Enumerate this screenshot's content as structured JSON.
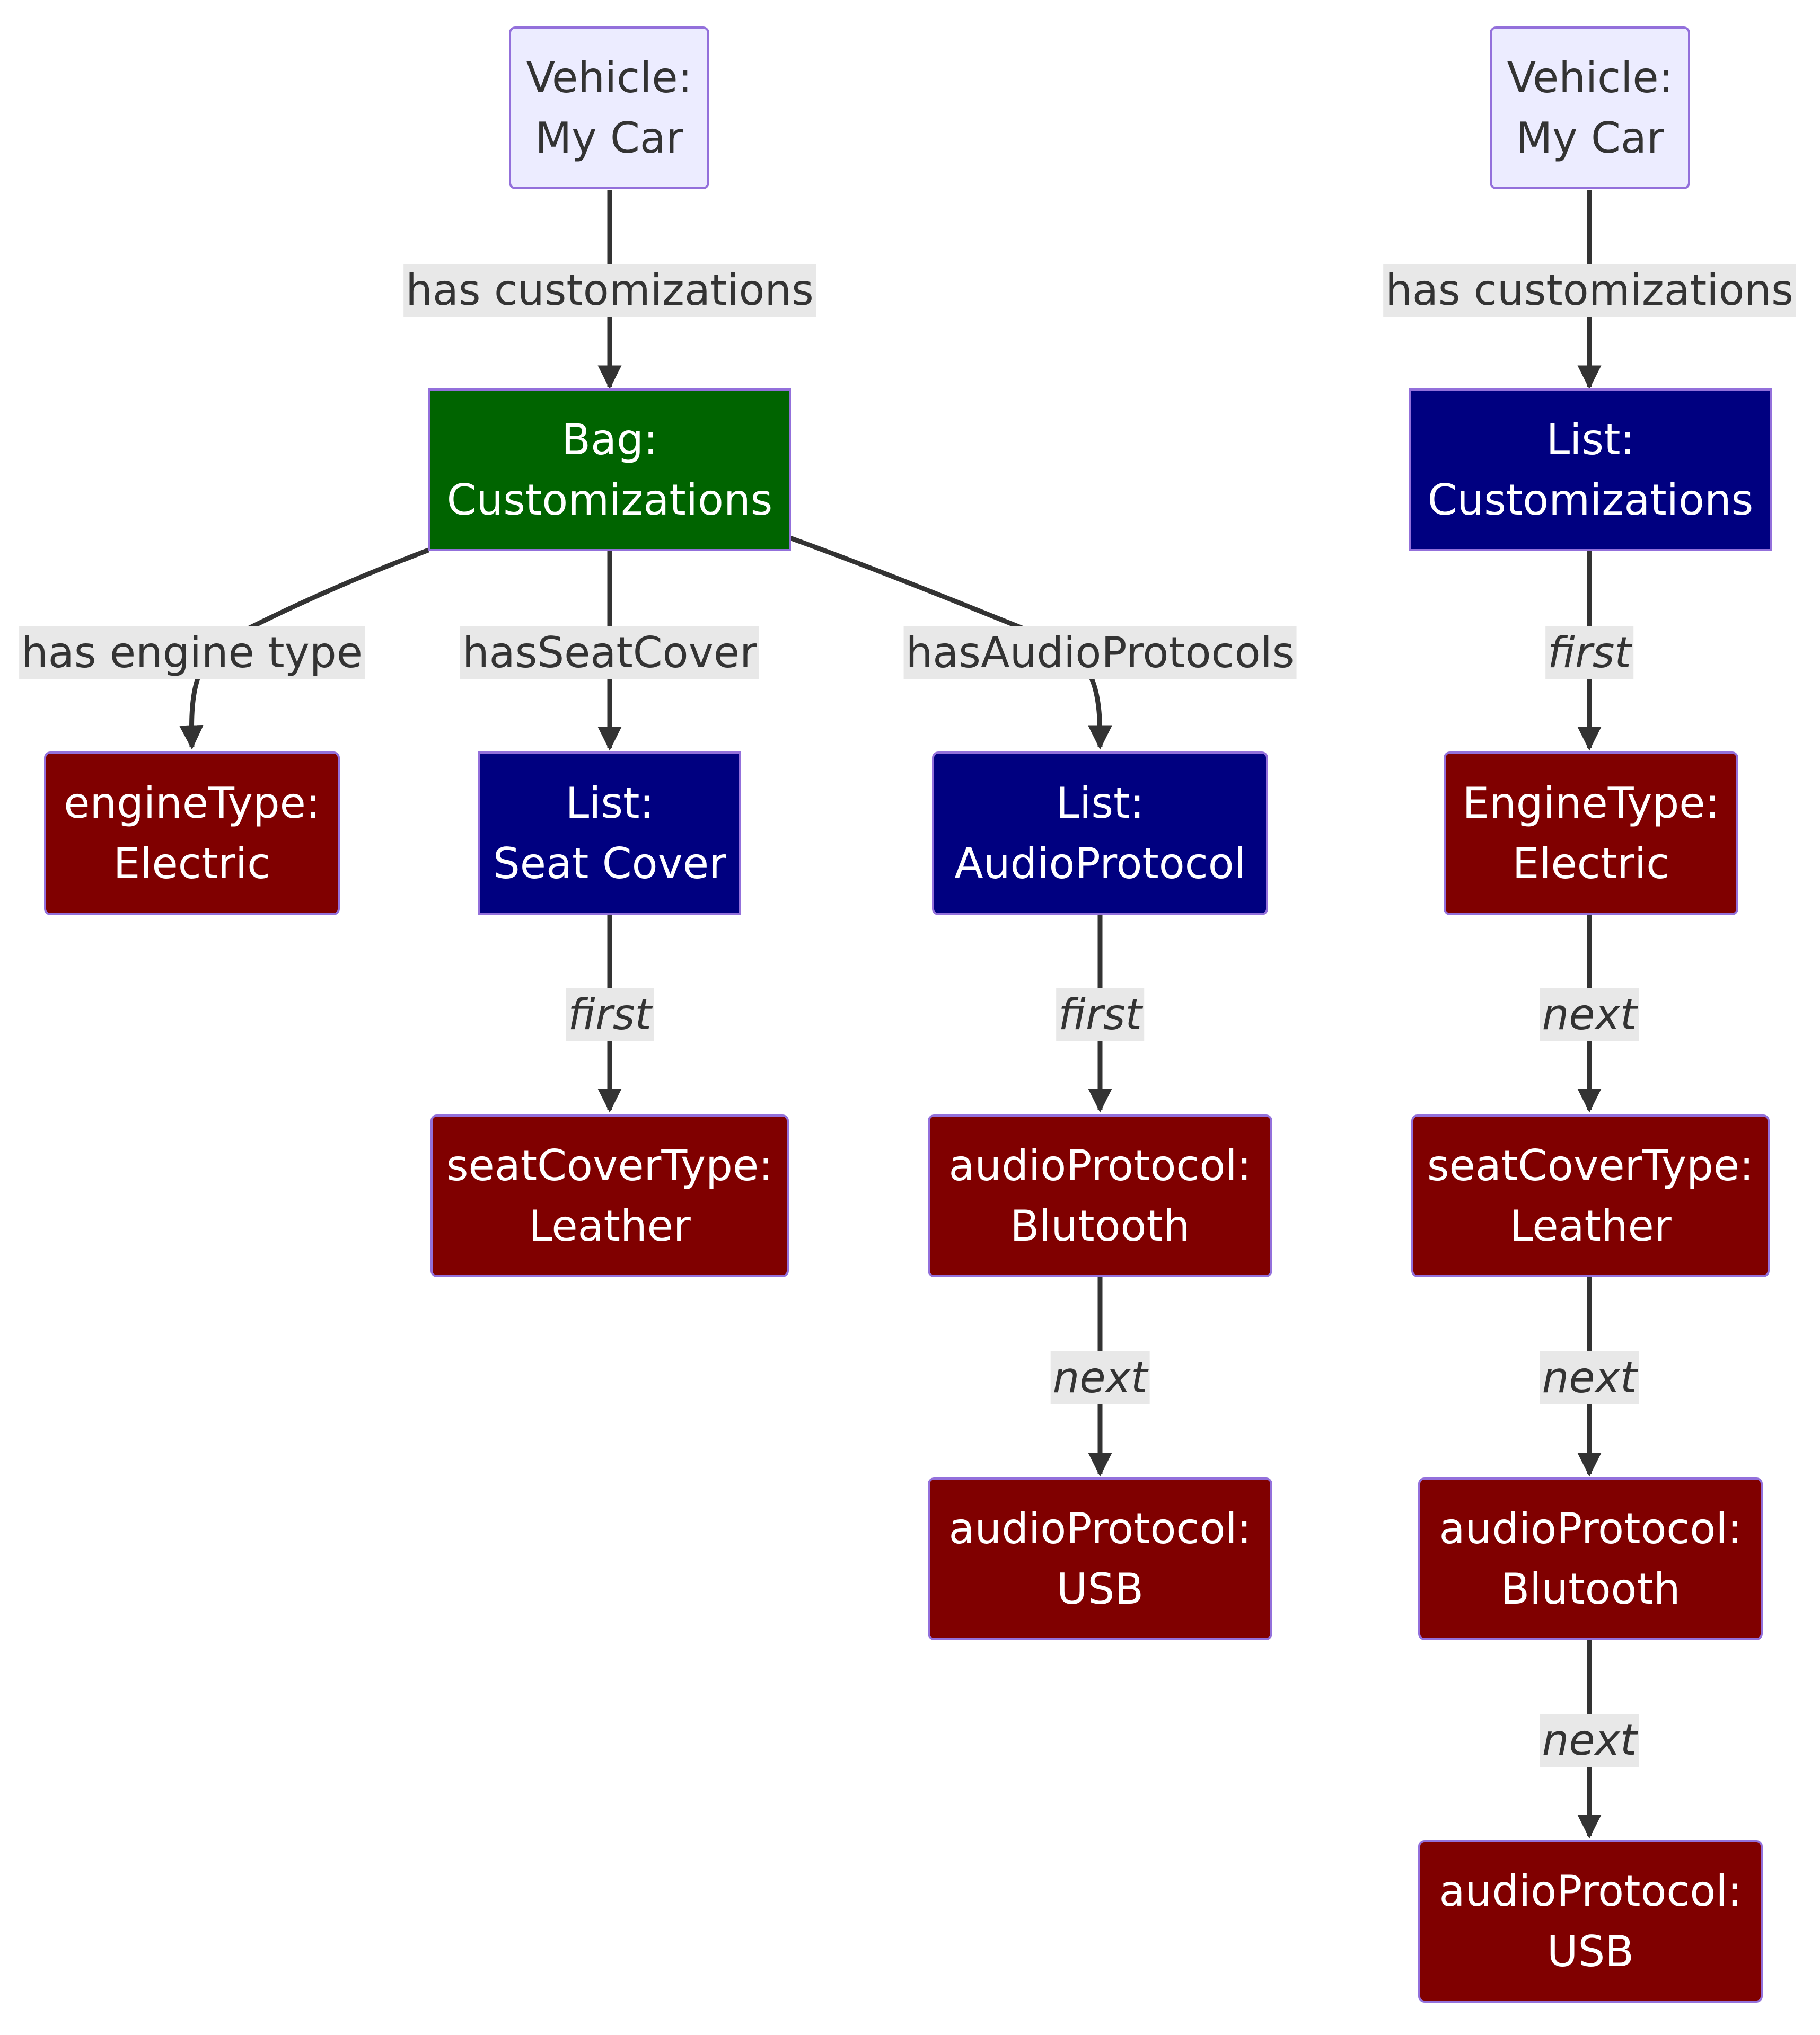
{
  "left": {
    "vehicle": {
      "line1": "Vehicle:",
      "line2": "My Car"
    },
    "bag": {
      "line1": "Bag:",
      "line2": "Customizations"
    },
    "engine": {
      "line1": "engineType:",
      "line2": "Electric"
    },
    "seat_list": {
      "line1": "List:",
      "line2": "Seat Cover"
    },
    "audio_list": {
      "line1": "List:",
      "line2": "AudioProtocol"
    },
    "seat_leather": {
      "line1": "seatCoverType:",
      "line2": "Leather"
    },
    "audio_bt": {
      "line1": "audioProtocol:",
      "line2": "Blutooth"
    },
    "audio_usb": {
      "line1": "audioProtocol:",
      "line2": "USB"
    },
    "edges": {
      "has_customizations": "has customizations",
      "has_engine_type": "has engine type",
      "has_seat_cover": "hasSeatCover",
      "has_audio_protocols": "hasAudioProtocols",
      "seat_first": "first",
      "audio_first": "first",
      "audio_next": "next"
    }
  },
  "right": {
    "vehicle": {
      "line1": "Vehicle:",
      "line2": "My Car"
    },
    "list": {
      "line1": "List:",
      "line2": "Customizations"
    },
    "engine": {
      "line1": "EngineType:",
      "line2": "Electric"
    },
    "seat_leather": {
      "line1": "seatCoverType:",
      "line2": "Leather"
    },
    "audio_bt": {
      "line1": "audioProtocol:",
      "line2": "Blutooth"
    },
    "audio_usb": {
      "line1": "audioProtocol:",
      "line2": "USB"
    },
    "edges": {
      "has_customizations": "has customizations",
      "first": "first",
      "next1": "next",
      "next2": "next",
      "next3": "next"
    }
  },
  "colors": {
    "vehicle_fill": "#ececff",
    "bag_fill": "#006400",
    "list_fill": "#000080",
    "value_fill": "#800000",
    "node_border": "#9370db",
    "edge_stroke": "#333333",
    "edge_label_bg": "#e8e8e8"
  }
}
